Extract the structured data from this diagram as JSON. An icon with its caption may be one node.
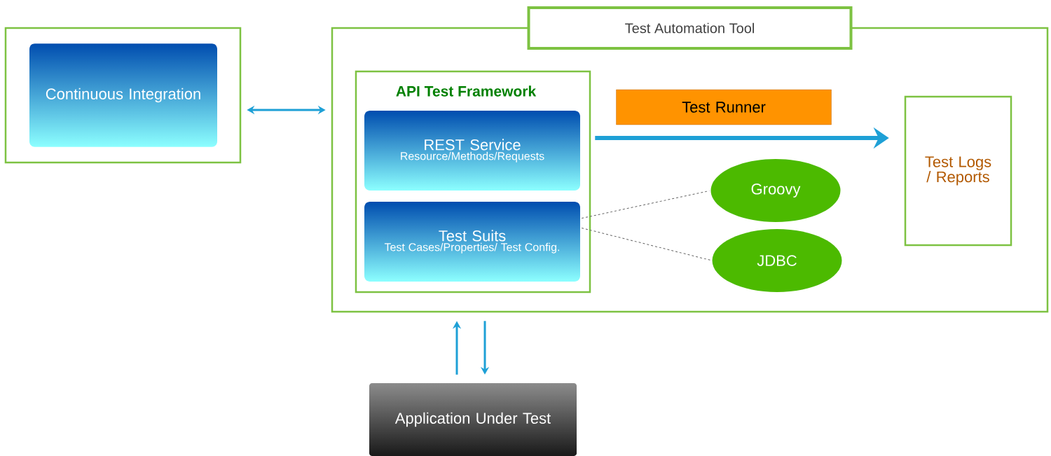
{
  "diagram": {
    "nodes": [
      {
        "text": [],
        "shape": "box"
      },
      {
        "text": [
          "Continuous Integration"
        ],
        "in": 0
      },
      {
        "text": [
          "Test Automation Tool"
        ]
      },
      {
        "text": [
          "API Test Framework"
        ],
        "in": 2
      },
      {
        "text": [
          "REST Service",
          "Resource/Methods/Requests"
        ],
        "in": 3
      },
      {
        "text": [
          "Test Suits",
          "Test Cases/Properties/ Test Config."
        ],
        "in": 3
      },
      {
        "text": [
          "Test Runner"
        ],
        "in": 2
      },
      {
        "text": [
          "Groovy"
        ],
        "in": 2
      },
      {
        "text": [
          "JDBC"
        ],
        "in": 2
      },
      {
        "text": [
          "Test Logs / Reports"
        ],
        "in": 2
      },
      {
        "text": [
          "Application Under Test"
        ]
      }
    ],
    "edges": [
      {
        "from": 0,
        "to": 2,
        "arrow": "both"
      },
      {
        "from": 3,
        "to": 9,
        "arrow": "to",
        "style": "thick"
      },
      {
        "from": 5,
        "to": 7,
        "arrow": "none",
        "style": "dashed",
        "color": "#666666"
      },
      {
        "from": 5,
        "to": 8,
        "arrow": "none",
        "style": "dashed",
        "color": "#666666"
      },
      {
        "from": 10,
        "to": 2,
        "arrow": "to"
      },
      {
        "from": 2,
        "to": 10,
        "arrow": "to"
      }
    ]
  }
}
